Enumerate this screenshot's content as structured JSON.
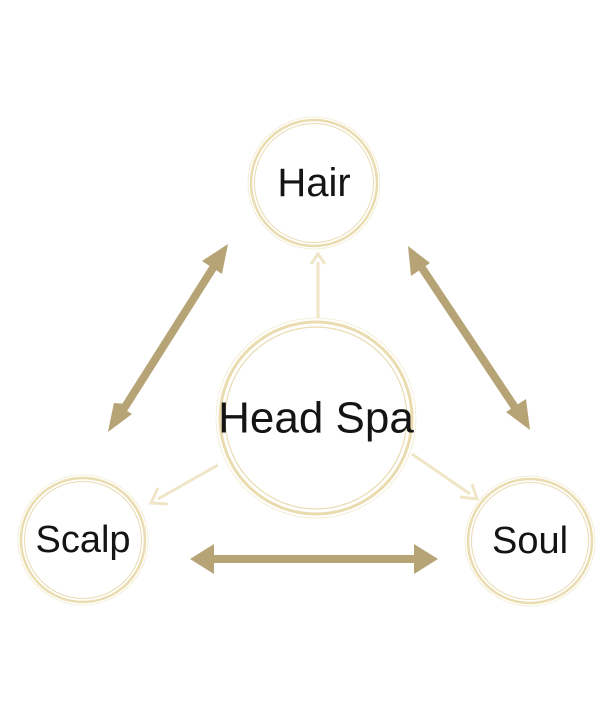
{
  "nodes": {
    "center": {
      "label": "Head Spa"
    },
    "top": {
      "label": "Hair"
    },
    "left": {
      "label": "Scalp"
    },
    "right": {
      "label": "Soul"
    }
  },
  "colors": {
    "ring": "#eadcae",
    "ring_dark": "#dfcc92",
    "arrow_strong": "#b6a477",
    "arrow_light": "#efe6c8",
    "text": "#141414"
  },
  "icons": {
    "bidirectional": "double-arrow-icon",
    "outward": "arrow-icon"
  }
}
